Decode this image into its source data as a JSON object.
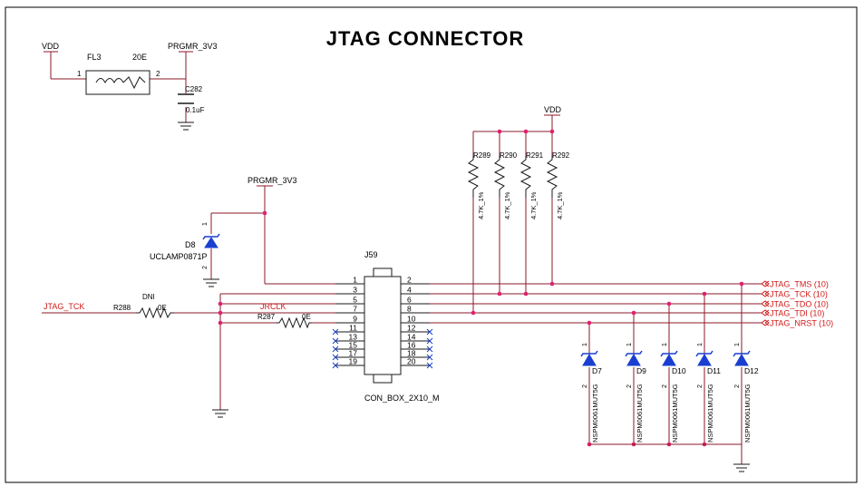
{
  "title": "JTAG CONNECTOR",
  "colors": {
    "wire": "#8b1a2a",
    "junction": "#e0206e",
    "component": "#1a1a1a",
    "diode": "#1a3fd0",
    "net_label": "#d21a1a",
    "text": "#000000",
    "frame": "#000000"
  },
  "power_filter": {
    "vdd_label": "VDD",
    "inductor_ref": "FL3",
    "inductor_value": "20E",
    "pin1": "1",
    "pin2": "2",
    "rail_label": "PRGMR_3V3",
    "cap_ref": "C282",
    "cap_value": "0.1uF"
  },
  "esd_main": {
    "rail_label": "PRGMR_3V3",
    "ref": "D8",
    "part": "UCLAMP0871P",
    "pin1": "1",
    "pin2": "2"
  },
  "pullups": {
    "vdd_label": "VDD",
    "refs": [
      "R289",
      "R290",
      "R291",
      "R292"
    ],
    "value": "4.7K_1%"
  },
  "connector": {
    "ref": "J59",
    "part": "CON_BOX_2X10_M",
    "left_pins": [
      "1",
      "3",
      "5",
      "7",
      "9",
      "11",
      "13",
      "15",
      "17",
      "19"
    ],
    "right_pins": [
      "2",
      "4",
      "6",
      "8",
      "10",
      "12",
      "14",
      "16",
      "18",
      "20"
    ]
  },
  "series": {
    "input_net": "JTAG_TCK",
    "r288_ref": "R288",
    "r288_note": "DNI",
    "r288_value": "0E",
    "jrclk_net": "JRCLK",
    "r287_ref": "R287",
    "r287_value": "0E"
  },
  "outputs": [
    "JTAG_TMS (10)",
    "JTAG_TCK (10)",
    "JTAG_TDO (10)",
    "JTAG_TDI (10)",
    "JTAG_NRST (10)"
  ],
  "tvs": {
    "refs": [
      "D7",
      "D9",
      "D10",
      "D11",
      "D12"
    ],
    "part": "NSPM0061MUT5G",
    "pin1": "1",
    "pin2": "2"
  }
}
